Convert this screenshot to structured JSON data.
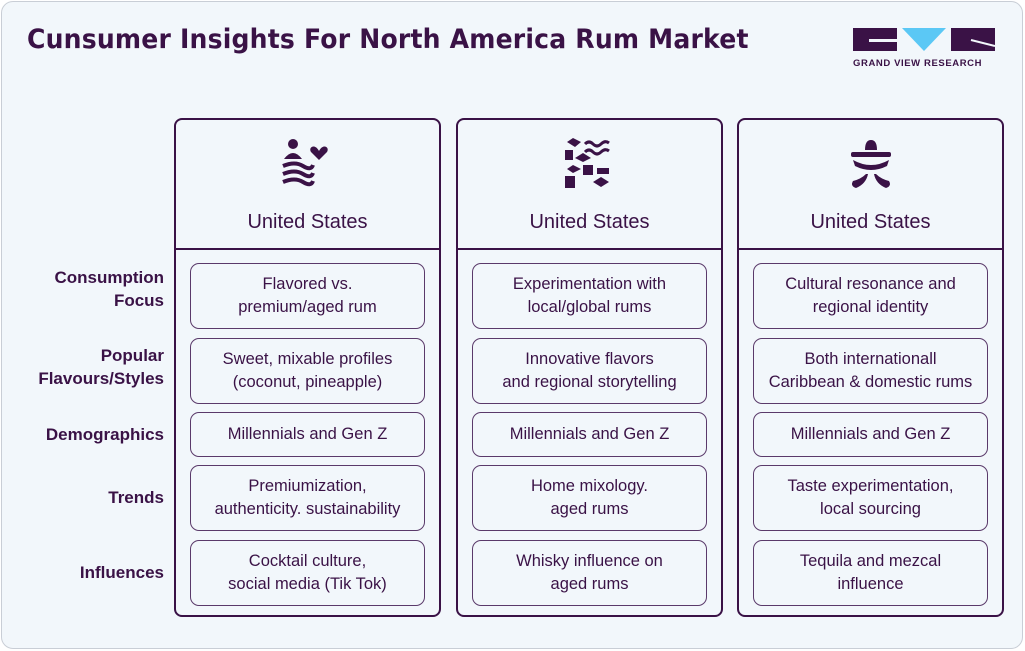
{
  "title": "Cunsumer Insights For North America Rum Market",
  "logo": {
    "text": "GRAND VIEW RESEARCH",
    "colors": {
      "dark": "#3a1246",
      "accent": "#5bc8f5"
    }
  },
  "row_labels": [
    "Consumption\nFocus",
    "Popular\nFlavours/Styles",
    "Demographics",
    "Trends",
    "Influences"
  ],
  "columns": [
    {
      "title": "United States",
      "icon": "people-heart-waves-icon",
      "cells": [
        "Flavored vs.\npremium/aged rum",
        "Sweet, mixable profiles\n(coconut, pineapple)",
        "Millennials and Gen Z",
        "Premiumization,\nauthenticity. sustainability",
        "Cocktail culture,\nsocial media (Tik Tok)"
      ]
    },
    {
      "title": "United States",
      "icon": "map-pattern-icon",
      "cells": [
        "Experimentation with\nlocal/global rums",
        "Innovative flavors\nand regional storytelling",
        "Millennials and Gen Z",
        "Home mixology.\naged rums",
        "Whisky influence on\naged rums"
      ]
    },
    {
      "title": "United States",
      "icon": "sombrero-mustache-icon",
      "cells": [
        "Cultural resonance and\nregional identity",
        "Both internationall\nCaribbean & domestic rums",
        "Millennials and Gen Z",
        "Taste experimentation,\nlocal sourcing",
        "Tequila and mezcal\ninfluence"
      ]
    }
  ]
}
